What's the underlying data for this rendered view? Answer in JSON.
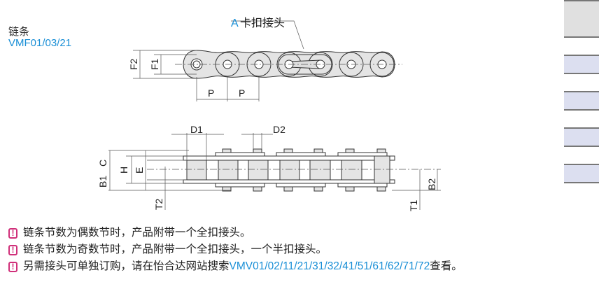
{
  "header": {
    "title": "链条",
    "codes": "VMF01/03/21"
  },
  "diagram": {
    "top_view": {
      "callout_prefix": "A",
      "callout_text": "卡扣接头",
      "labels": {
        "f2": "F2",
        "f1": "F1",
        "p1": "P",
        "p2": "P"
      }
    },
    "side_view": {
      "labels": {
        "d1": "D1",
        "d2": "D2",
        "b1": "B1",
        "c": "C",
        "h": "H",
        "e": "E",
        "t2": "T2",
        "b2": "B2",
        "t1": "T1"
      }
    }
  },
  "notes": [
    {
      "icon": "warning-icon",
      "text": "链条节数为偶数节时，产品附带一个全扣接头。"
    },
    {
      "icon": "warning-icon",
      "text": "链条节数为奇数节时，产品附带一个全扣接头，一个半扣接头。"
    },
    {
      "icon": "warning-icon",
      "text": "另需接头可单独订购，请在怡合达网站搜索",
      "link": "VMV01/02/11/21/31/32/41/51/61/62/71/72",
      "suffix": "查看。"
    }
  ],
  "colors": {
    "accent": "#1a8fd6",
    "warning": "#d0307a",
    "part_fill": "#e4e4e4",
    "table_header": "#e0e0e0",
    "table_row": "#dcdff0"
  }
}
